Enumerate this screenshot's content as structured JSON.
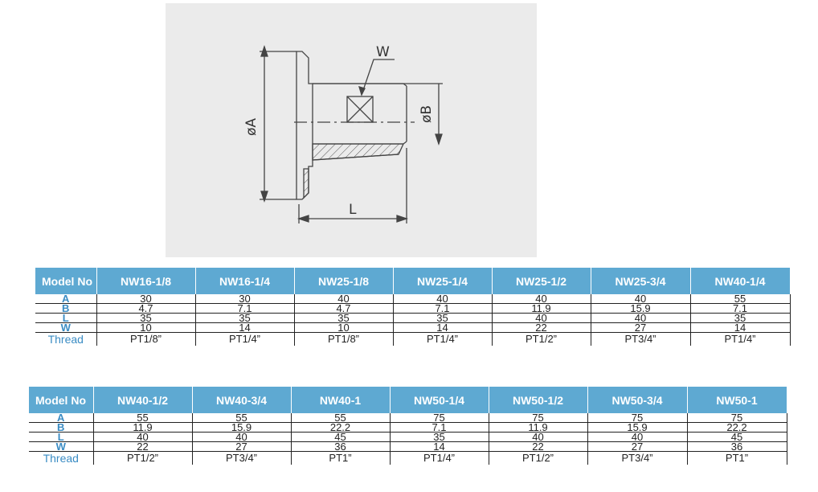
{
  "drawing": {
    "labels": {
      "w": "W",
      "a": "øA",
      "b": "øB",
      "l": "L"
    }
  },
  "tables": [
    {
      "corner": "Model No",
      "models": [
        "NW16-1/8",
        "NW16-1/4",
        "NW25-1/8",
        "NW25-1/4",
        "NW25-1/2",
        "NW25-3/4",
        "NW40-1/4"
      ],
      "rows": [
        {
          "label": "A",
          "values": [
            "30",
            "30",
            "40",
            "40",
            "40",
            "40",
            "55"
          ]
        },
        {
          "label": "B",
          "values": [
            "4.7",
            "7.1",
            "4.7",
            "7.1",
            "11.9",
            "15.9",
            "7.1"
          ]
        },
        {
          "label": "L",
          "values": [
            "35",
            "35",
            "35",
            "35",
            "40",
            "40",
            "35"
          ]
        },
        {
          "label": "W",
          "values": [
            "10",
            "14",
            "10",
            "14",
            "22",
            "27",
            "14"
          ]
        },
        {
          "label": "Thread",
          "values": [
            "PT1/8”",
            "PT1/4”",
            "PT1/8”",
            "PT1/4”",
            "PT1/2”",
            "PT3/4”",
            "PT1/4”"
          ]
        }
      ]
    },
    {
      "corner": "Model No",
      "models": [
        "NW40-1/2",
        "NW40-3/4",
        "NW40-1",
        "NW50-1/4",
        "NW50-1/2",
        "NW50-3/4",
        "NW50-1"
      ],
      "rows": [
        {
          "label": "A",
          "values": [
            "55",
            "55",
            "55",
            "75",
            "75",
            "75",
            "75"
          ]
        },
        {
          "label": "B",
          "values": [
            "11.9",
            "15.9",
            "22.2",
            "7.1",
            "11.9",
            "15.9",
            "22.2"
          ]
        },
        {
          "label": "L",
          "values": [
            "40",
            "40",
            "45",
            "35",
            "40",
            "40",
            "45"
          ]
        },
        {
          "label": "W",
          "values": [
            "22",
            "27",
            "36",
            "14",
            "22",
            "27",
            "36"
          ]
        },
        {
          "label": "Thread",
          "values": [
            "PT1/2”",
            "PT3/4”",
            "PT1”",
            "PT1/4”",
            "PT1/2”",
            "PT3/4”",
            "PT1”"
          ]
        }
      ]
    }
  ]
}
